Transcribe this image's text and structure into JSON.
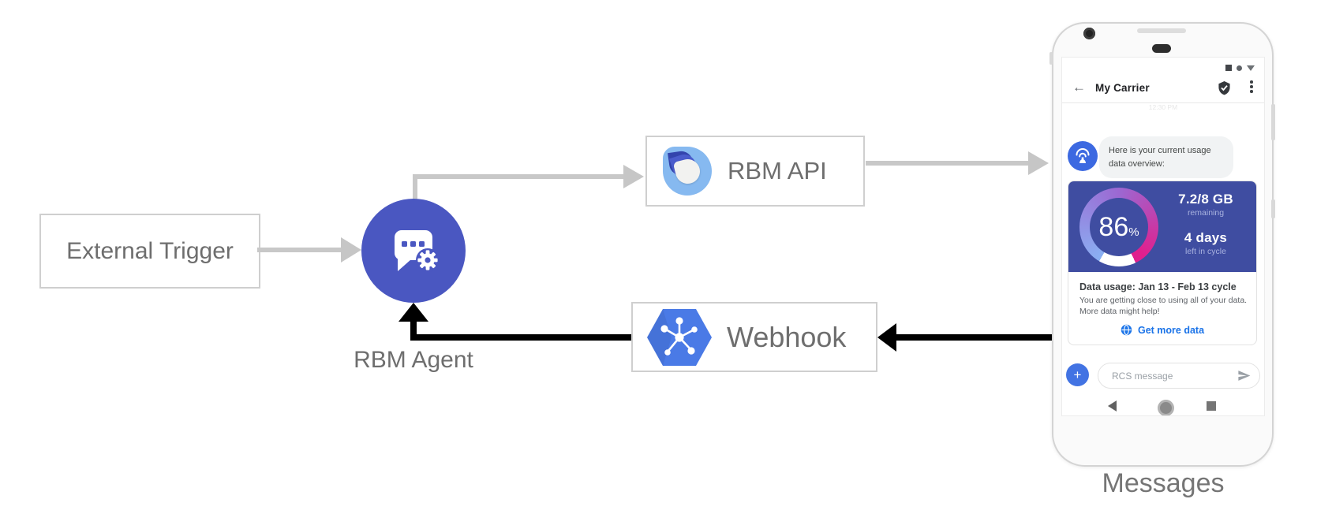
{
  "diagram": {
    "external_trigger_label": "External Trigger",
    "rbm_agent_label": "RBM Agent",
    "rbm_api_label": "RBM API",
    "webhook_label": "Webhook",
    "phone_caption": "Messages"
  },
  "phone": {
    "header": {
      "back_glyph": "←",
      "title": "My Carrier",
      "timestamp": "12:30 PM"
    },
    "chat": {
      "bot_message": "Here is your current usage data overview:"
    },
    "usage_card": {
      "percent_value": "86",
      "percent_unit": "%",
      "remaining_value": "7.2/8 GB",
      "remaining_label": "remaining",
      "cycle_days_value": "4 days",
      "cycle_days_label": "left in cycle",
      "title": "Data usage: Jan 13 - Feb 13 cycle",
      "body_line1": "You are getting close to using all of your data.",
      "body_line2": "More data might help!",
      "action_label": "Get more data"
    },
    "composer": {
      "plus_glyph": "+",
      "placeholder": "RCS message"
    }
  },
  "colors": {
    "agent_circle_blue": "#4a57c1",
    "card_indigo": "#3f4da1",
    "gauge_light_blue": "#8ab0f3",
    "gauge_purple": "#9c68d2",
    "gauge_magenta": "#e01f8d",
    "webhook_hex_blue": "#4a7ae6",
    "avatar_blue": "#3c69e1",
    "link_blue": "#1a73e8",
    "arrow_gray": "#c8c8c8",
    "arrow_black": "#000000",
    "diagram_text_gray": "#6e6e6e"
  }
}
